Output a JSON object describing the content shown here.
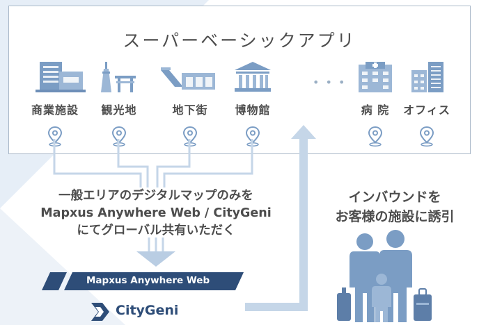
{
  "super_app": {
    "title": "スーパーベーシックアプリ"
  },
  "facilities": [
    {
      "label": "商業施設",
      "icon": "commercial-building-icon"
    },
    {
      "label": "観光地",
      "icon": "tourist-spot-icon"
    },
    {
      "label": "地下街",
      "icon": "underground-mall-icon"
    },
    {
      "label": "博物館",
      "icon": "museum-icon"
    },
    {
      "label": "病 院",
      "icon": "hospital-icon"
    },
    {
      "label": "オフィス",
      "icon": "office-building-icon"
    }
  ],
  "ellipsis": "• • •",
  "main_message": {
    "line1": "一般エリアのデジタルマップのみを",
    "line2": "Mapxus Anywhere Web / CityGeni",
    "line3": "にてグローバル共有いただく"
  },
  "inbound_message": {
    "line1": "インバウンドを",
    "line2": "お客様の施設に誘引"
  },
  "mapxus_banner": {
    "label": "Mapxus Anywhere Web"
  },
  "citygeni_logo": {
    "text": "CityGeni"
  },
  "colors": {
    "accent": "#7b9dc4",
    "line": "#c5d6e8",
    "navy": "#2e4d78",
    "text": "#4d4d4d",
    "border": "#a9b8c8"
  }
}
